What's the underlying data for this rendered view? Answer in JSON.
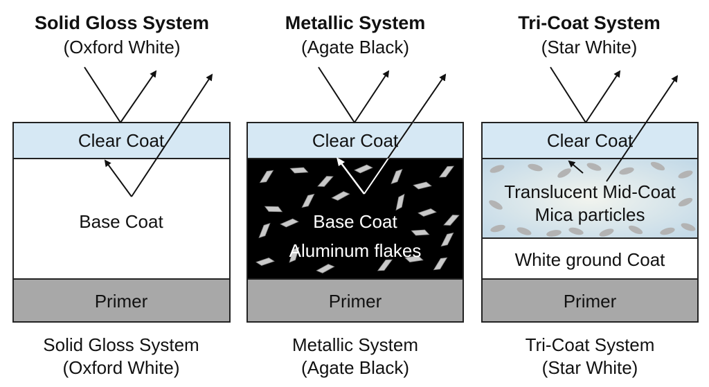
{
  "colors": {
    "clear_coat": "#d6e8f4",
    "base_white": "#ffffff",
    "base_black": "#000000",
    "primer": "#a8a8a8",
    "outline": "#222222",
    "flake": "#c9c9c9",
    "mica_particle": "#b3b3b3",
    "midcoat_center": "#f2f4ee",
    "midcoat_edge": "#c4dae8"
  },
  "panels": [
    {
      "title": "Solid Gloss System",
      "subtitle": "(Oxford White)",
      "layers": {
        "clear": "Clear Coat",
        "base_line1": "Base Coat",
        "base_line2": "",
        "primer": "Primer"
      },
      "caption_line1": "Solid Gloss System",
      "caption_line2": "(Oxford White)",
      "base_style": "solid-white",
      "particle_icon": ""
    },
    {
      "title": "Metallic System",
      "subtitle": "(Agate Black)",
      "layers": {
        "clear": "Clear Coat",
        "base_line1": "Base Coat",
        "base_line2": "Aluminum flakes",
        "primer": "Primer"
      },
      "caption_line1": "Metallic System",
      "caption_line2": "(Agate Black)",
      "base_style": "metallic-black",
      "particle_icon": "aluminum-flake-icon"
    },
    {
      "title": "Tri-Coat System",
      "subtitle": "(Star White)",
      "layers": {
        "clear": "Clear Coat",
        "mid_line1": "Translucent Mid-Coat",
        "mid_line2": "Mica particles",
        "ground": "White ground Coat",
        "primer": "Primer"
      },
      "caption_line1": "Tri-Coat System",
      "caption_line2": "(Star White)",
      "base_style": "tri-coat",
      "particle_icon": "mica-particle-icon"
    }
  ]
}
